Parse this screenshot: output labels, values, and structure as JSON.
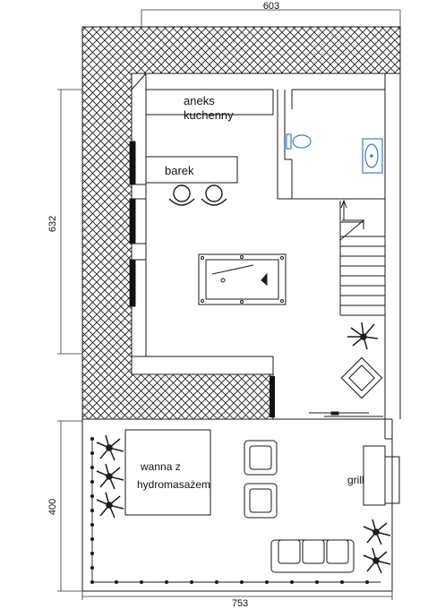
{
  "dimensions": {
    "top": "603",
    "left": "632",
    "left_lower": "400",
    "bottom": "753"
  },
  "rooms": {
    "kitchenette_line1": "aneks",
    "kitchenette_line2": "kuchenny",
    "bar": "barek",
    "hot_tub_line1": "wanna z",
    "hot_tub_line2": "hydromasażem",
    "grill": "grill"
  },
  "colors": {
    "line": "#1a1a1a",
    "dimension": "#333333",
    "fixture_blue": "#2f7fd0",
    "plant": "#1c1c1c"
  }
}
